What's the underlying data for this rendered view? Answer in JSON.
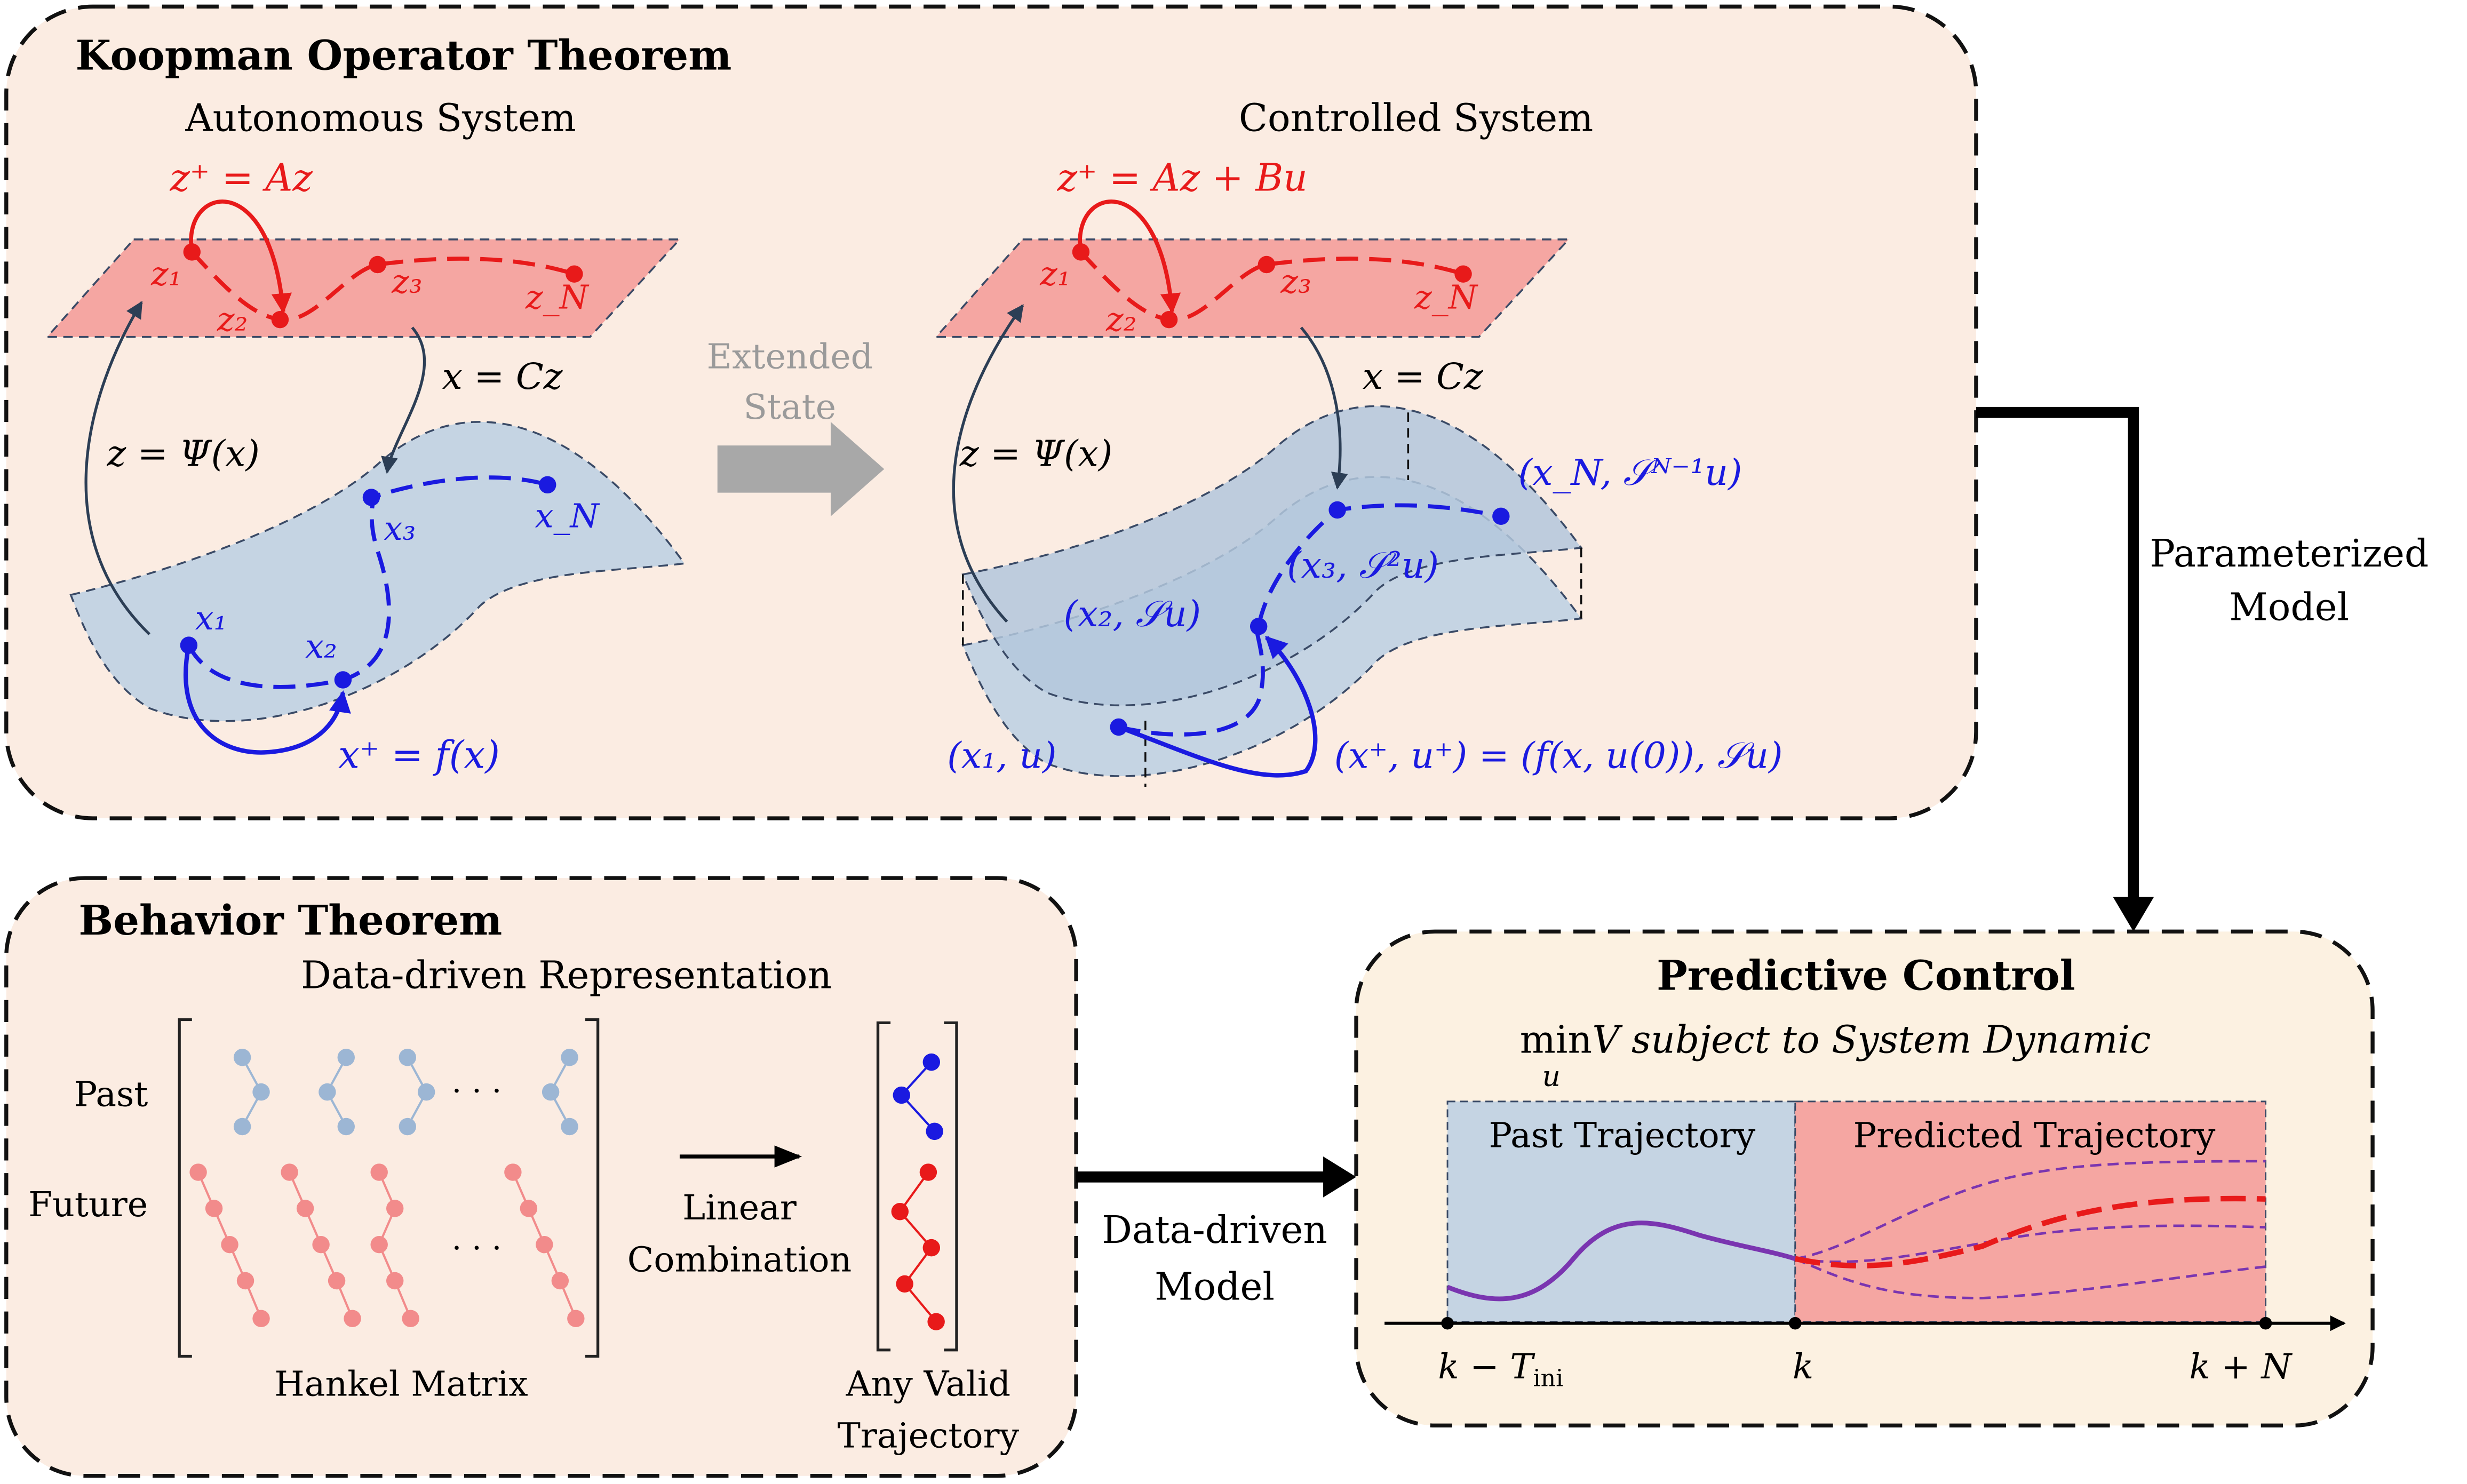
{
  "koopman": {
    "title": "Koopman Operator Theorem",
    "autonomous": {
      "heading": "Autonomous System",
      "eq_top": "z⁺ = Az",
      "z_labels": [
        "z₁",
        "z₂",
        "z₃",
        "z_N"
      ],
      "lift_label": "z = Ψ(x)",
      "proj_label": "x = Cz",
      "x_labels": [
        "x₁",
        "x₂",
        "x₃",
        "x_N"
      ],
      "eq_bottom": "x⁺ = f(x)"
    },
    "arrow_label": [
      "Extended",
      "State"
    ],
    "controlled": {
      "heading": "Controlled System",
      "eq_top": "z⁺ = Az + Bu",
      "z_labels": [
        "z₁",
        "z₂",
        "z₃",
        "z_N"
      ],
      "lift_label": "z = Ψ(x)",
      "proj_label": "x = Cz",
      "state_labels": [
        "(x₁, u)",
        "(x₂, 𝒮u)",
        "(x₃, 𝒮²u)",
        "(x_N, 𝒮ᴺ⁻¹u)"
      ],
      "eq_bottom": "(x⁺, u⁺) = (f(x, u(0)), 𝒮u)"
    }
  },
  "link_koopman": [
    "Parameterized",
    "Model"
  ],
  "behavior": {
    "title": "Behavior Theorem",
    "subtitle": "Data-driven Representation",
    "row_past": "Past",
    "row_future": "Future",
    "dots": "· · ·",
    "matrix_label": "Hankel Matrix",
    "combo_label": [
      "Linear",
      "Combination"
    ],
    "result_label": [
      "Any Valid",
      "Trajectory"
    ]
  },
  "link_behavior": [
    "Data-driven",
    "Model"
  ],
  "predictive": {
    "title": "Predictive Control",
    "objective_min": "min",
    "objective_var": "u",
    "objective_rest": "V subject to System Dynamic",
    "past_label": "Past Trajectory",
    "pred_label": "Predicted Trajectory",
    "ticks": [
      "k − T",
      "ini",
      "k",
      "k + N"
    ]
  },
  "colors": {
    "panel_bg": "#fbece2",
    "pc_bg": "#fcf1e1",
    "red": "#e81a1a",
    "blue": "#1a1ae0",
    "plane_red": "#f5a6a2",
    "surface_blue": "#c5d4e3",
    "purple": "#7a35b0"
  }
}
